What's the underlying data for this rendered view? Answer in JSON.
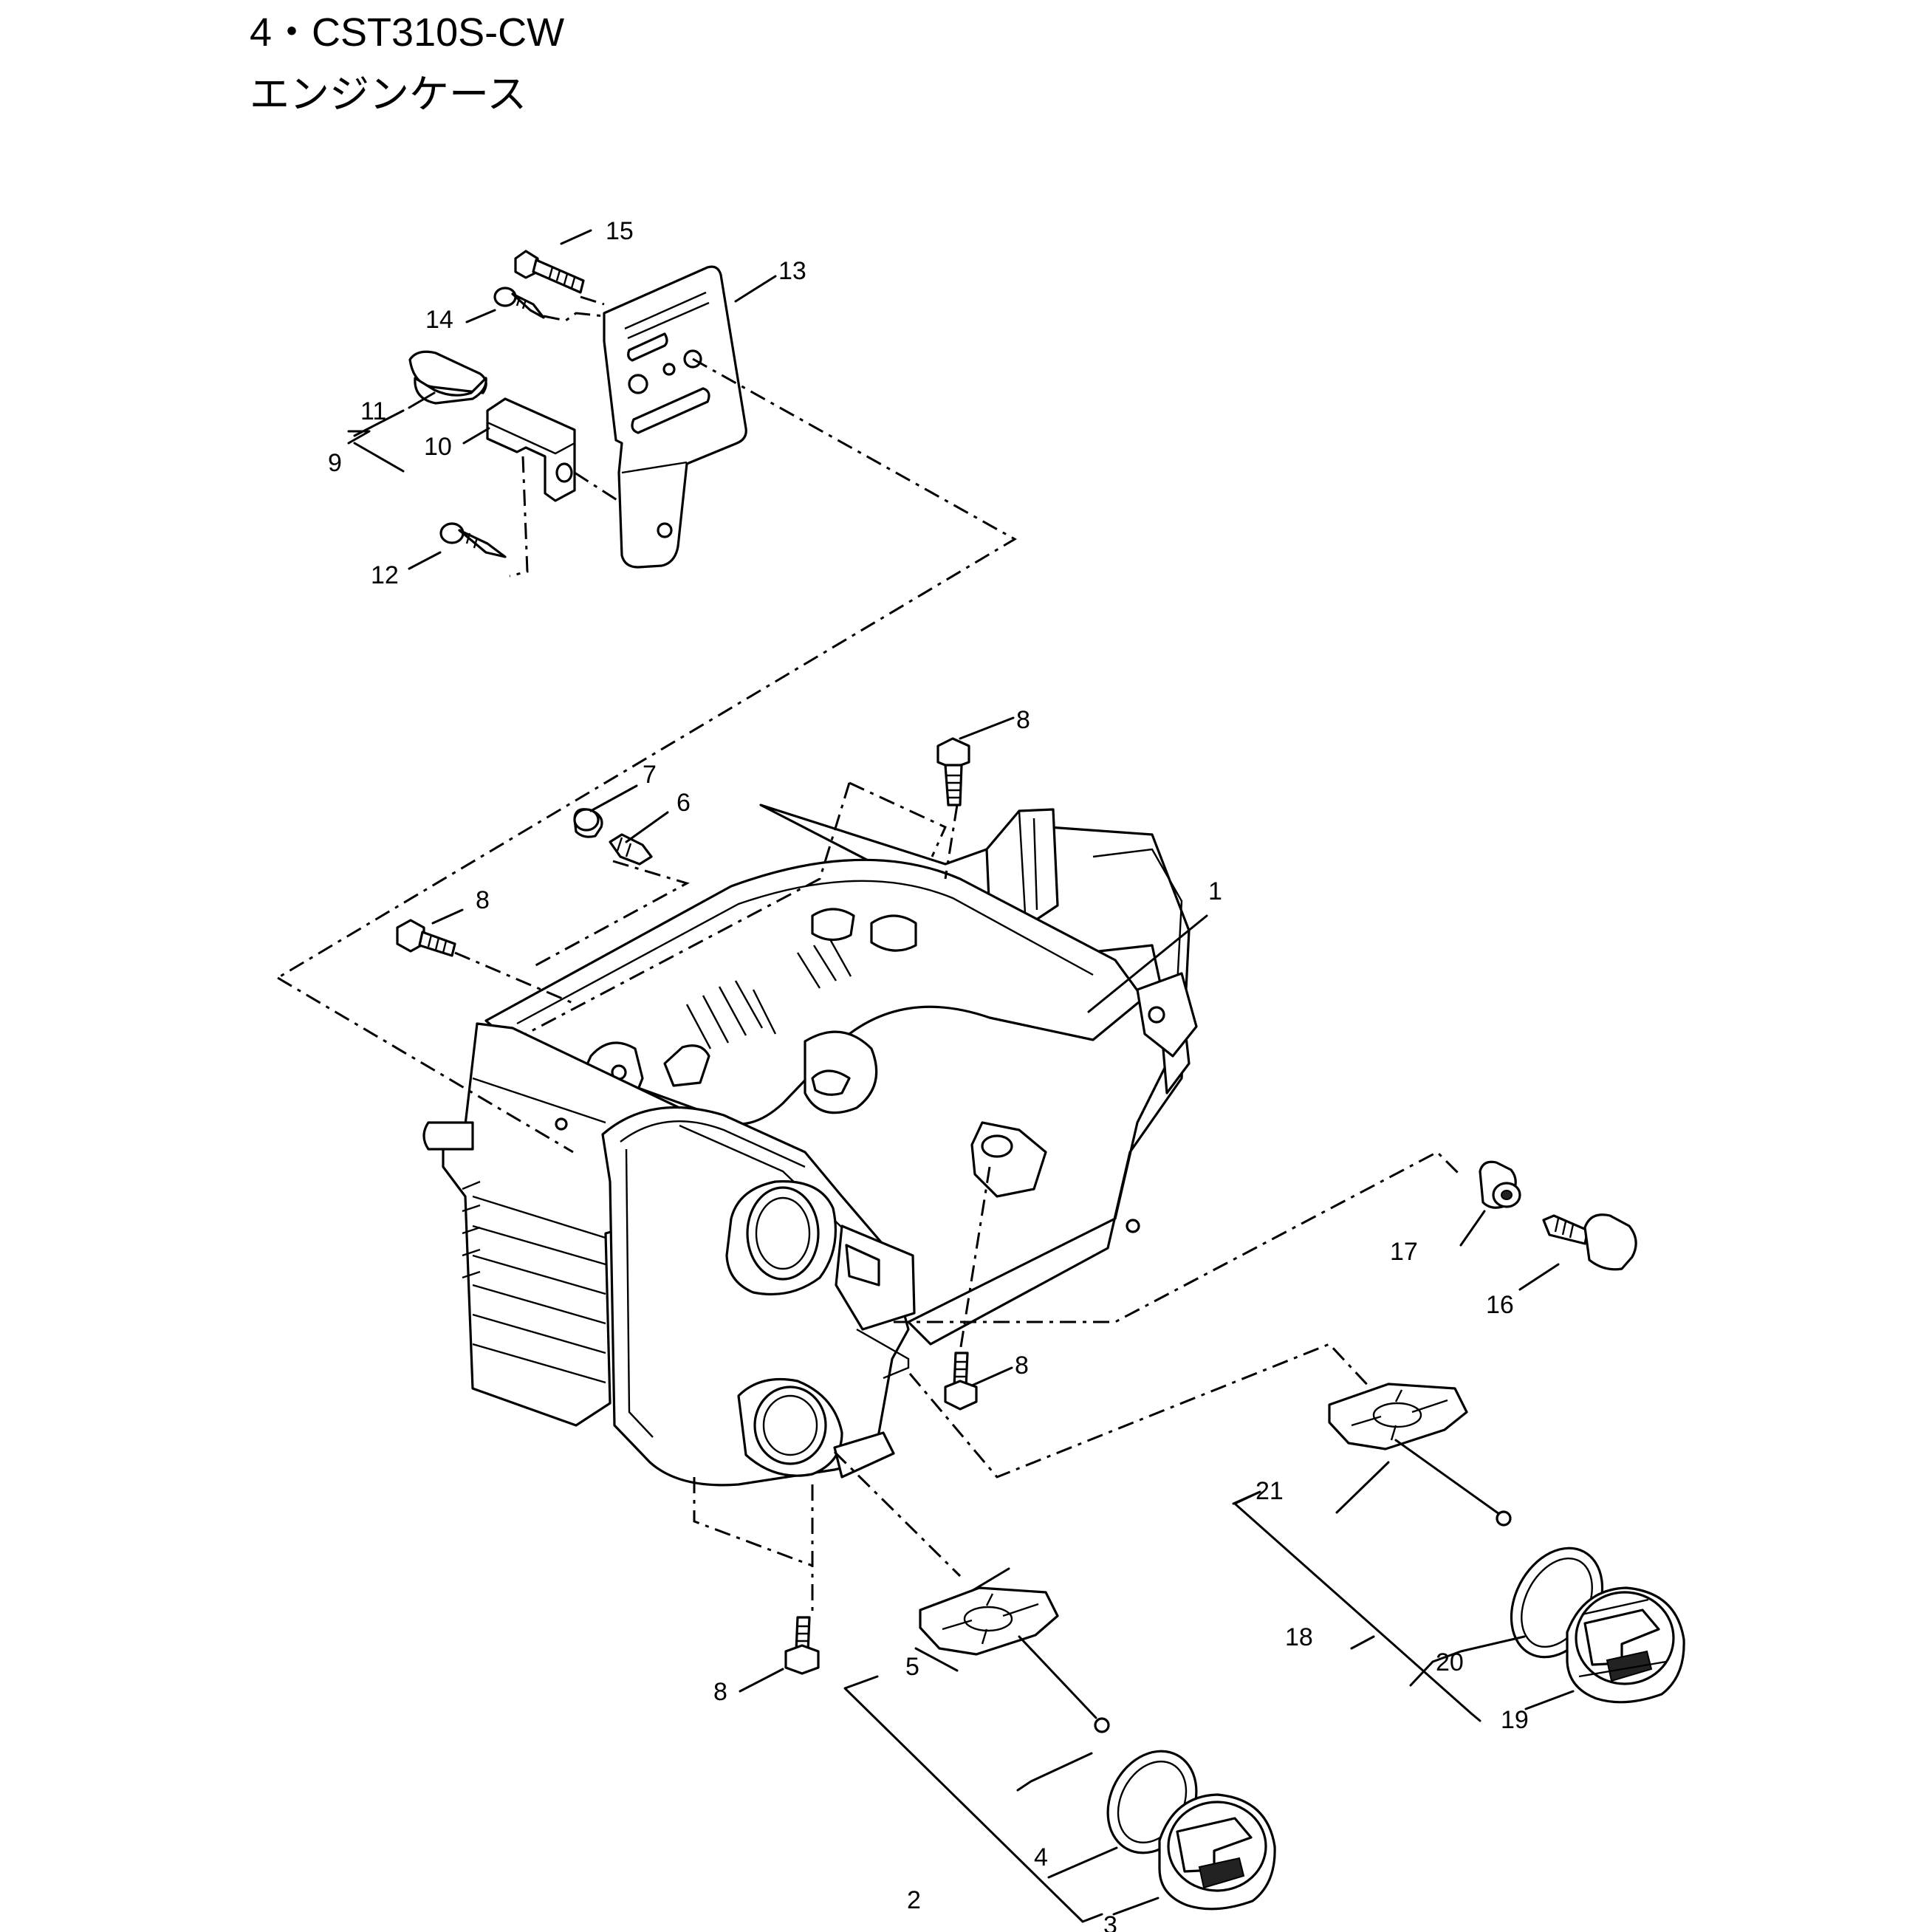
{
  "header": {
    "model_line": "4・CST310S-CW",
    "section_title": "エンジンケース"
  },
  "callouts": [
    "1",
    "2",
    "3",
    "4",
    "5",
    "6",
    "7",
    "8",
    "8",
    "8",
    "8",
    "9",
    "10",
    "11",
    "12",
    "13",
    "14",
    "15",
    "16",
    "17",
    "18",
    "19",
    "20",
    "21"
  ]
}
